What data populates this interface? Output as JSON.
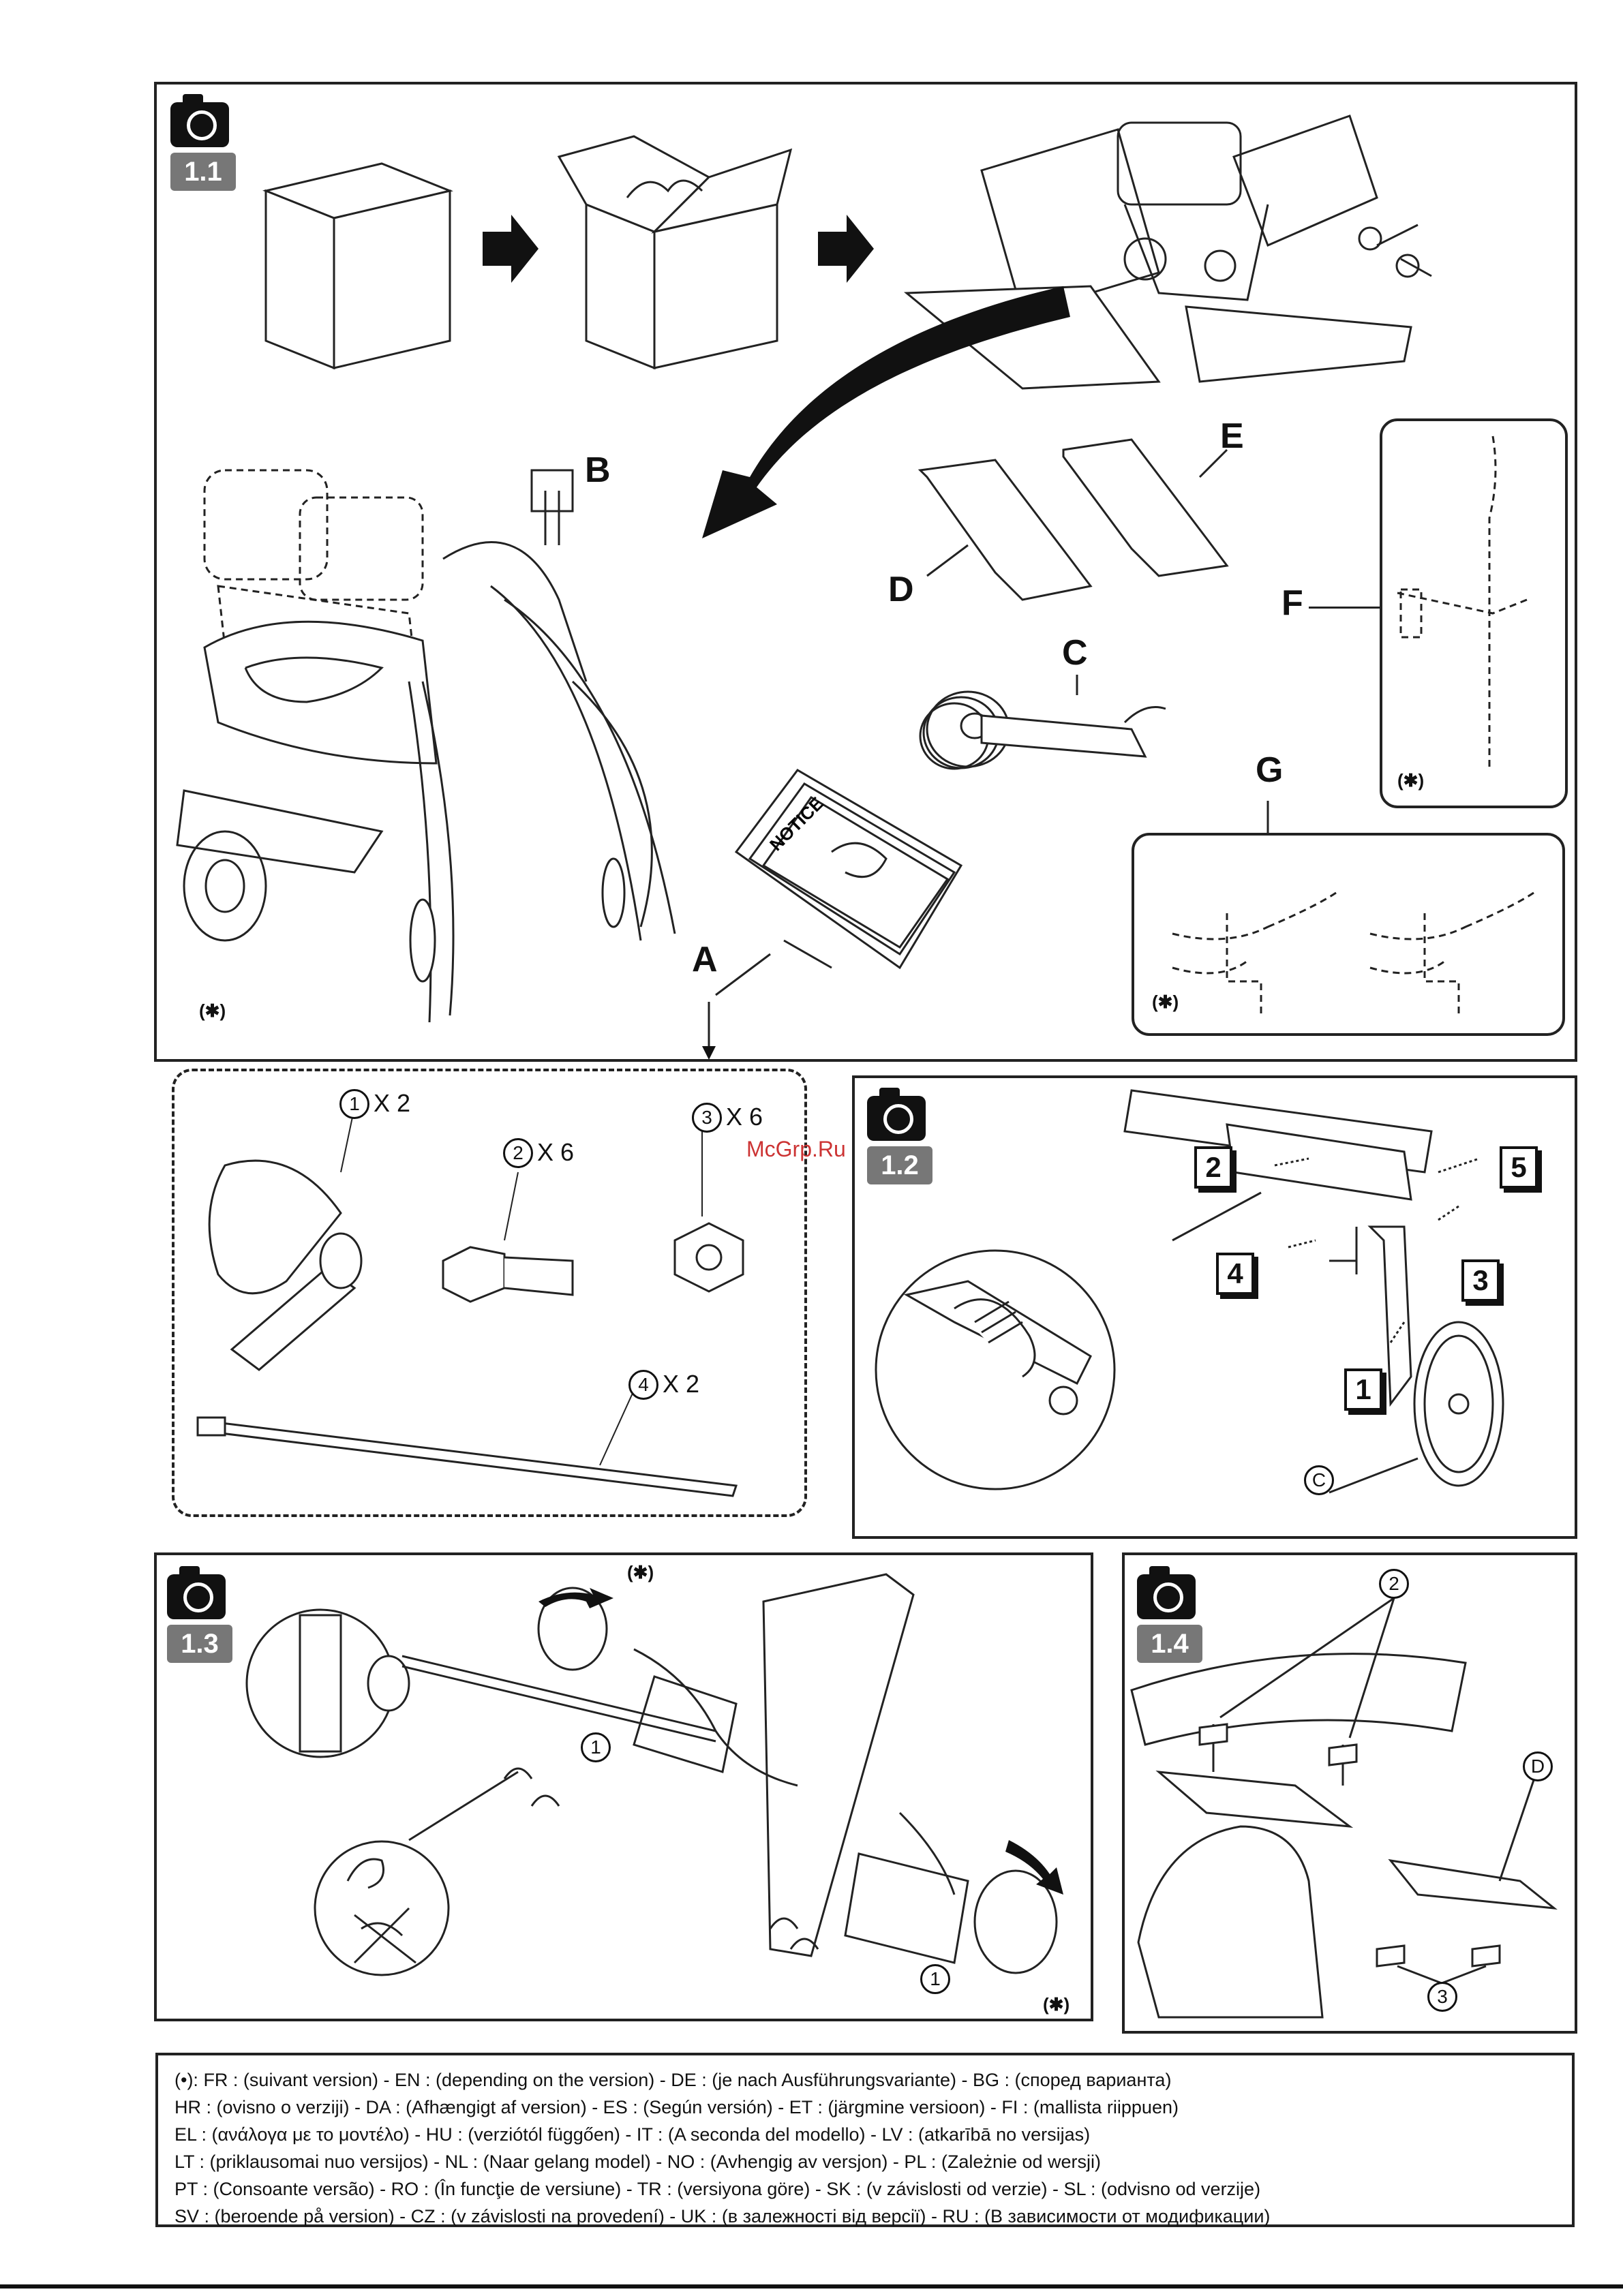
{
  "panels": {
    "p11": {
      "badge": "1.1",
      "labels": {
        "A": "A",
        "B": "B",
        "C": "C",
        "D": "D",
        "E": "E",
        "F": "F",
        "G": "G"
      },
      "asterisk": "(✱)"
    },
    "parts": [
      {
        "num": "1",
        "qty": "X 2"
      },
      {
        "num": "2",
        "qty": "X 6"
      },
      {
        "num": "3",
        "qty": "X 6"
      },
      {
        "num": "4",
        "qty": "X 2"
      }
    ],
    "p12": {
      "badge": "1.2",
      "steps": [
        "1",
        "2",
        "3",
        "4",
        "5"
      ],
      "part": "C"
    },
    "p13": {
      "badge": "1.3",
      "callout": "1",
      "asterisk": "(✱)"
    },
    "p14": {
      "badge": "1.4",
      "callouts": {
        "bolt": "2",
        "nut": "3",
        "part": "D"
      }
    }
  },
  "watermark": "McGrp.Ru",
  "footer_lines": [
    "(•): FR : (suivant version) - EN : (depending on the version) - DE : (je nach Ausführungsvariante) - BG : (според варианта)",
    "HR : (ovisno o verziji) - DA : (Afhængigt af version) - ES : (Según versión) - ET : (järgmine versioon) - FI : (mallista riippuen)",
    "EL : (ανάλογα με το μοντέλο) - HU : (verziótól függően) - IT : (A seconda del modello) - LV : (atkarībā no versijas)",
    "LT : (priklausomai nuo versijos) - NL : (Naar gelang model) - NO : (Avhengig av versjon) - PL : (Zależnie od wersji)",
    "PT : (Consoante versão) - RO : (În funcţie de versiune) - TR : (versiyona göre) - SK : (v závislosti od verzie) - SL : (odvisno od verzije)",
    "SV : (beroende på version) - CZ : (v závislosti na provedení) - UK : (в залежності від версії) - RU : (В зависимости от модификации)"
  ]
}
